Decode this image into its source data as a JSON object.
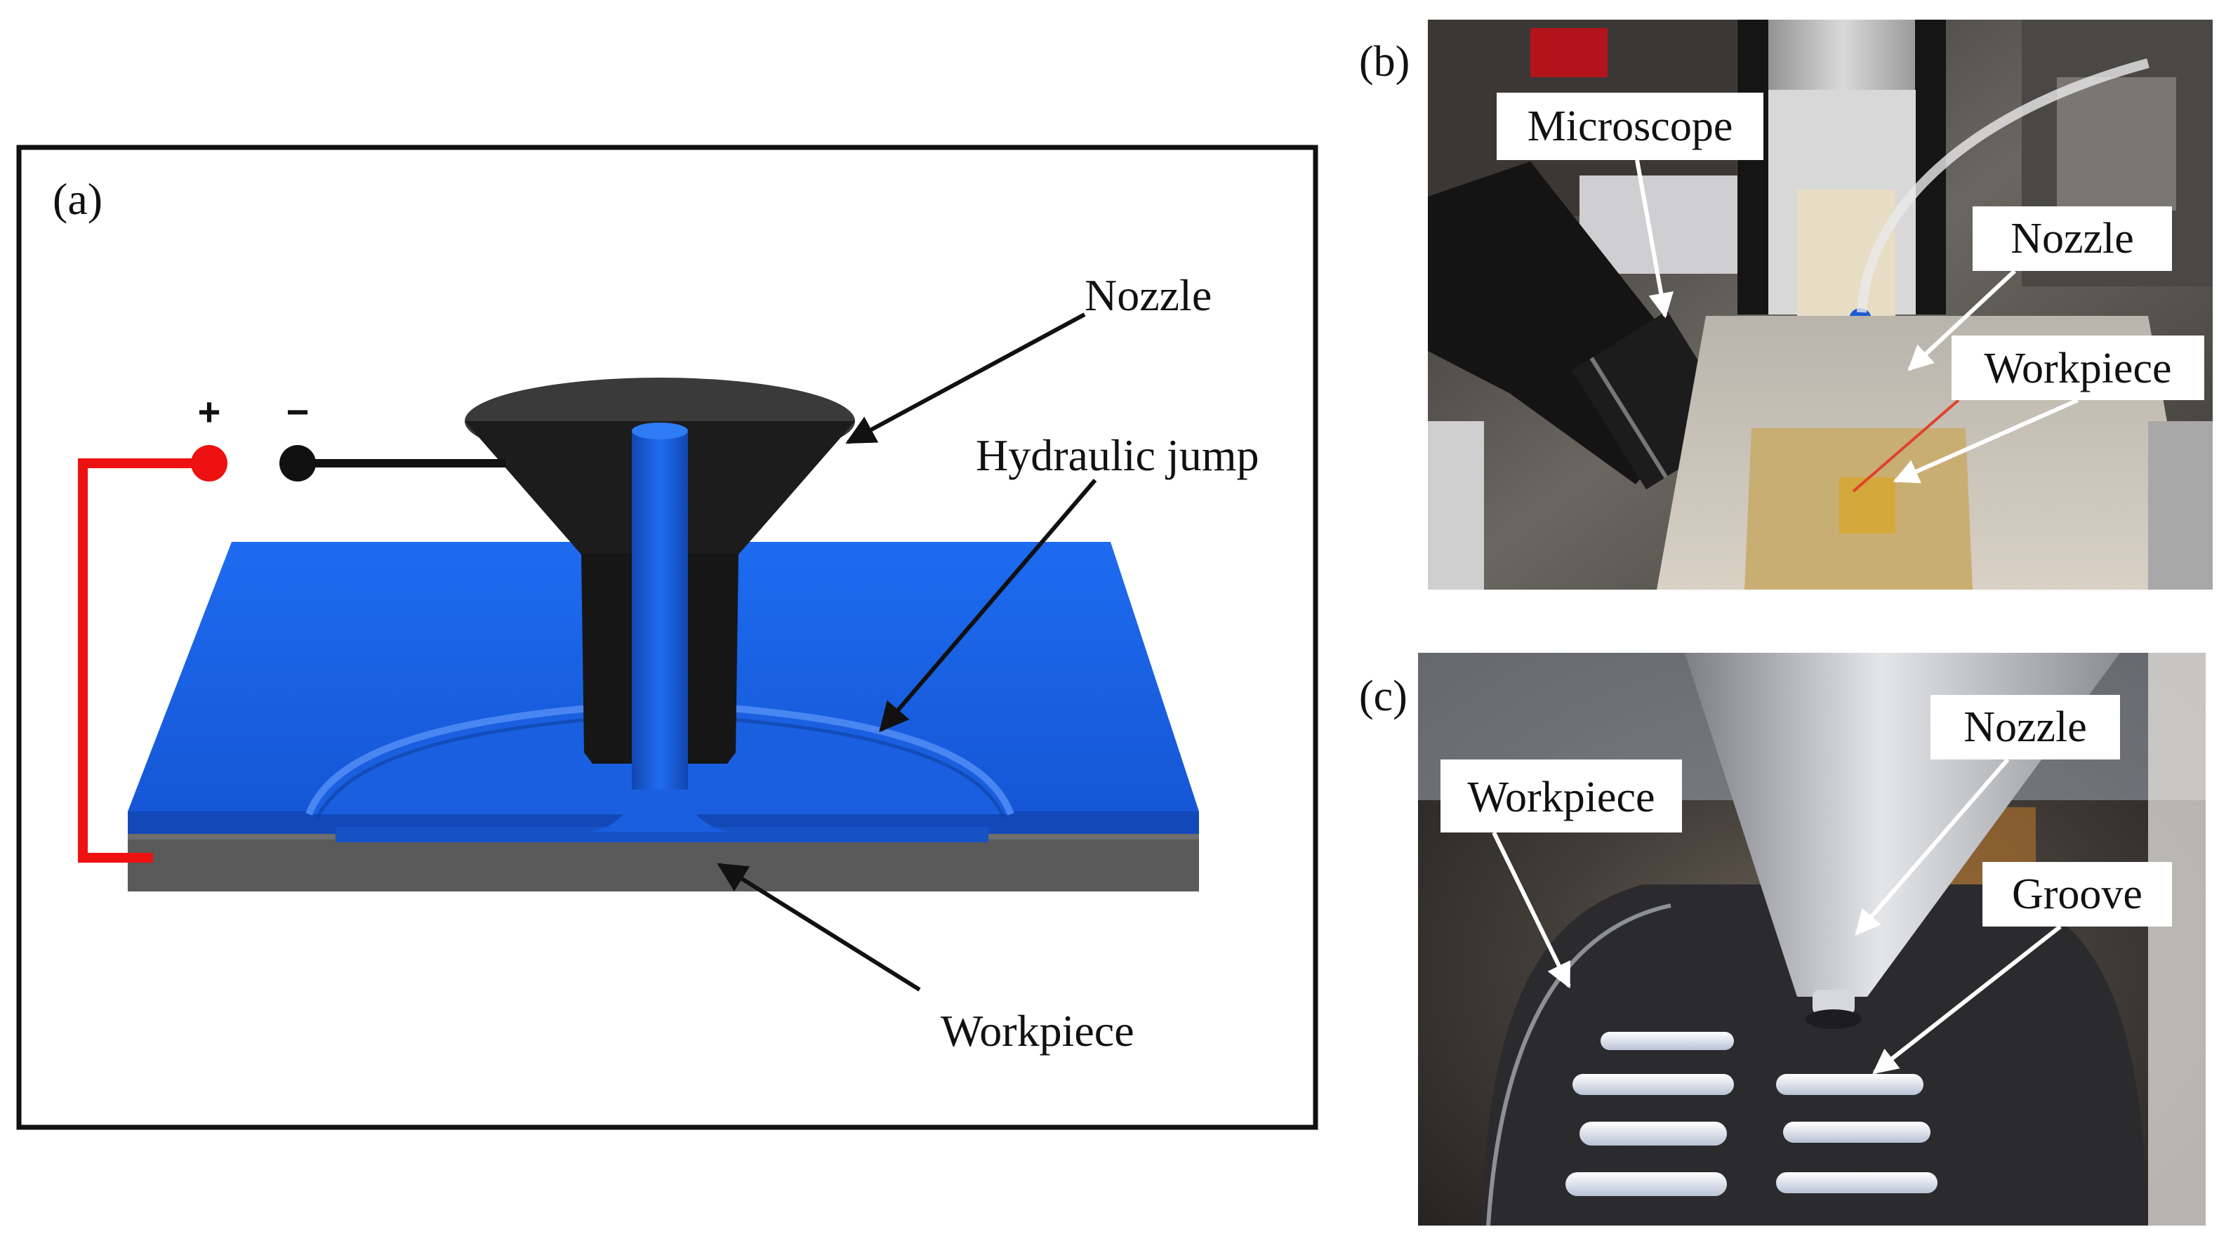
{
  "panels": {
    "a": {
      "label": "(a)",
      "labels": {
        "nozzle": "Nozzle",
        "hydraulic_jump": "Hydraulic jump",
        "workpiece": "Workpiece",
        "positive": "+",
        "negative": "−"
      },
      "colors": {
        "electrolyte": "#1a63e6",
        "electrolyte_dark": "#1248b8",
        "nozzle": "#1c1c1c",
        "nozzle_top": "#3a3a3a",
        "workpiece": "#595959",
        "positive_wire": "#ee1111",
        "negative_wire": "#111111"
      }
    },
    "b": {
      "label": "(b)",
      "labels": {
        "microscope": "Microscope",
        "nozzle": "Nozzle",
        "workpiece": "Workpiece"
      }
    },
    "c": {
      "label": "(c)",
      "labels": {
        "nozzle": "Nozzle",
        "workpiece": "Workpiece",
        "groove": "Groove"
      }
    }
  }
}
